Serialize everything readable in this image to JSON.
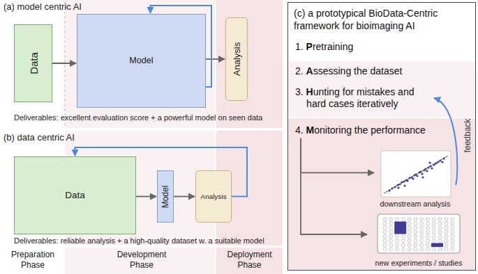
{
  "diagram": {
    "nodes": [
      {
        "text": [
          "Data"
        ]
      },
      {
        "text": [
          "Model"
        ]
      },
      {
        "text": [
          "Analysis"
        ]
      },
      {
        "text": [
          "Data"
        ]
      },
      {
        "text": [
          "Model"
        ]
      },
      {
        "text": [
          "Analysis"
        ]
      },
      {
        "text": [
          "(c) a prototypical BioData-Centric framework for bioimaging AI"
        ]
      },
      {
        "text": [
          "1. Pretraining"
        ],
        "in": 6
      },
      {
        "text": [
          "2. Assessing the dataset"
        ],
        "in": 6
      },
      {
        "text": [
          "3. Hunting for mistakes and hard cases iteratively"
        ],
        "in": 6
      },
      {
        "text": [
          "4. Monitoring the performance"
        ],
        "in": 6
      },
      {
        "text": [
          "downstream analysis"
        ],
        "in": 6
      },
      {
        "text": [
          "new experiments / studies"
        ],
        "in": 6
      }
    ],
    "edges": [
      {
        "from": 0,
        "to": 1,
        "arrow": "to"
      },
      {
        "from": 1,
        "to": 2,
        "arrow": "to"
      },
      {
        "from": 1,
        "to": 1,
        "arrow": "to"
      },
      {
        "from": 3,
        "to": 4,
        "arrow": "to"
      },
      {
        "from": 4,
        "to": 5,
        "arrow": "to"
      },
      {
        "from": 5,
        "to": 3,
        "arrow": "to"
      },
      {
        "from": 10,
        "to": 11,
        "arrow": "to"
      },
      {
        "from": 10,
        "to": 12,
        "arrow": "to"
      },
      {
        "from": 11,
        "to": 9,
        "arrow": "to",
        "label": "feedback"
      }
    ],
    "labels": [
      "(a) model centric AI",
      "Deliverables: excellent evaluation score + a powerful model on seen data",
      "(b) data centric AI",
      "Deliverables: reliable analysis + a high-quality dataset w. a suitable model",
      "Preparation Phase",
      "Development Phase",
      "Deployment Phase"
    ]
  }
}
